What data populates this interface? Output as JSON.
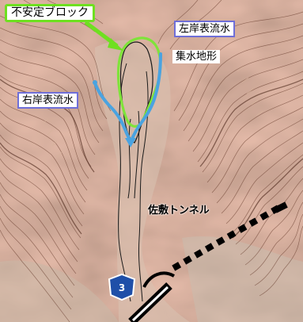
{
  "labels": {
    "unstable_block": "不安定ブロック",
    "left_bank_stream": "左岸表流水",
    "right_bank_stream": "右岸表流水",
    "catchment_topography": "集水地形",
    "tunnel_name": "佐敷トンネル"
  },
  "route_shield": {
    "number": "3",
    "color": "#1f4fa8"
  },
  "colors": {
    "unstable_block_outline": "#7fe33a",
    "stream": "#4aa3e0",
    "label_border": "#6f6fd8",
    "tunnel_line": "#000000",
    "terrain": "#b98f7a"
  }
}
